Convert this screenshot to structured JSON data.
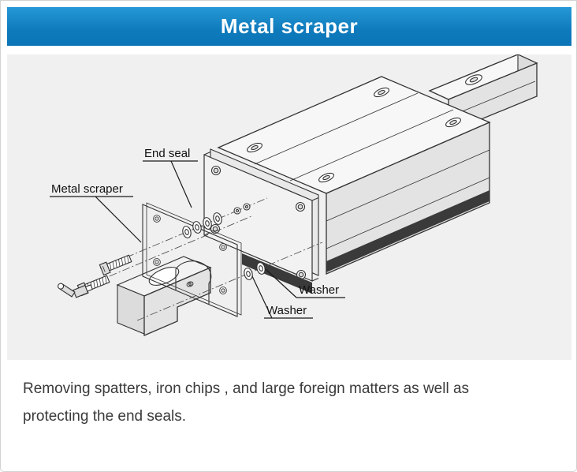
{
  "header": {
    "title": "Metal scraper"
  },
  "diagram": {
    "labels": {
      "end_seal": "End seal",
      "metal_scraper": "Metal scraper",
      "washer_top": "Washer",
      "washer_bottom": "Washer"
    },
    "colors": {
      "header_blue_top": "#2699d6",
      "header_blue_bottom": "#0b74b6",
      "panel_background": "#f0f0f0",
      "line_color": "#333333"
    }
  },
  "description": {
    "line1": "Removing spatters, iron chips , and large foreign matters as well as",
    "line2": "protecting the end seals."
  }
}
